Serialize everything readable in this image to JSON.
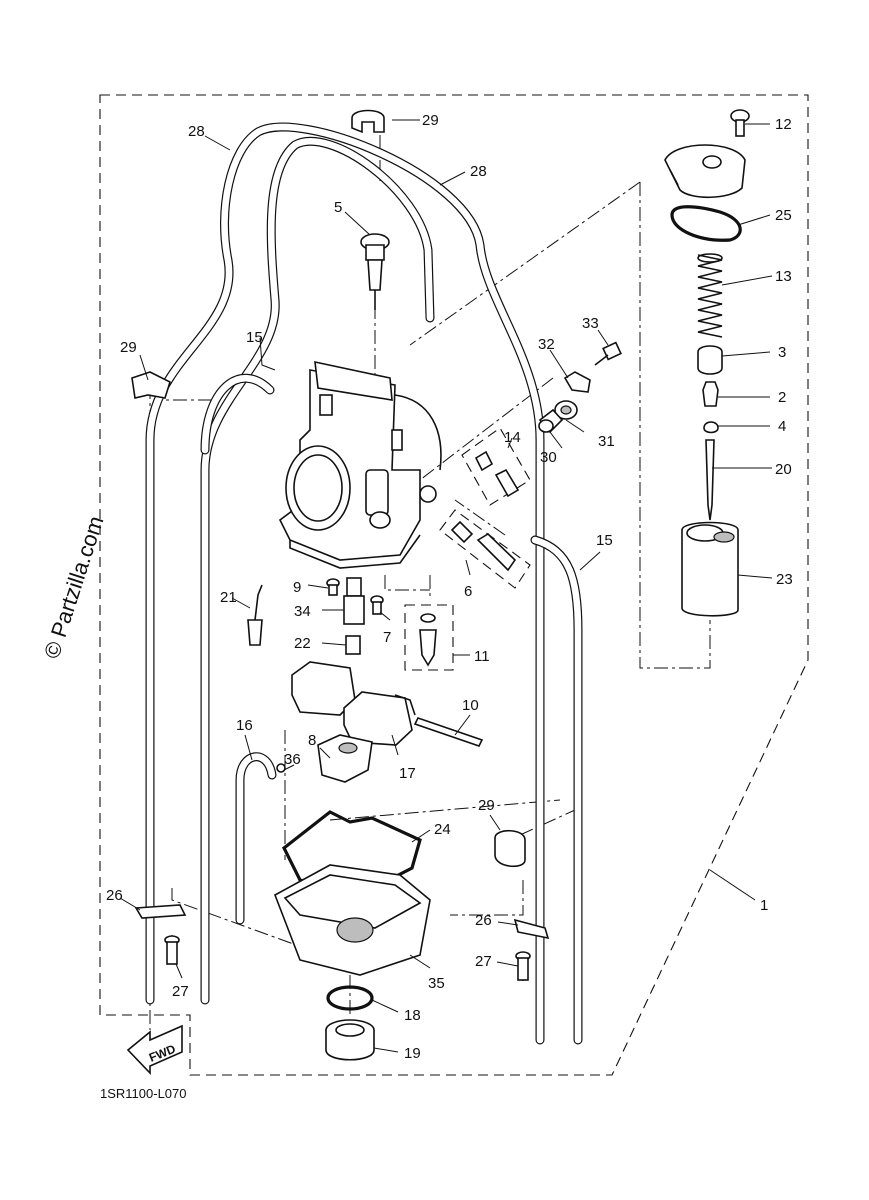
{
  "diagram": {
    "code": "1SR1100-L070",
    "watermark": "© Partzilla.com",
    "fwd_label": "FWD",
    "callouts": [
      {
        "id": "c1",
        "text": "1"
      },
      {
        "id": "c2",
        "text": "2"
      },
      {
        "id": "c3",
        "text": "3"
      },
      {
        "id": "c4",
        "text": "4"
      },
      {
        "id": "c5",
        "text": "5"
      },
      {
        "id": "c6",
        "text": "6"
      },
      {
        "id": "c7",
        "text": "7"
      },
      {
        "id": "c8",
        "text": "8"
      },
      {
        "id": "c9",
        "text": "9"
      },
      {
        "id": "c10",
        "text": "10"
      },
      {
        "id": "c11",
        "text": "11"
      },
      {
        "id": "c12",
        "text": "12"
      },
      {
        "id": "c13",
        "text": "13"
      },
      {
        "id": "c14",
        "text": "14"
      },
      {
        "id": "c15a",
        "text": "15"
      },
      {
        "id": "c15b",
        "text": "15"
      },
      {
        "id": "c16",
        "text": "16"
      },
      {
        "id": "c17",
        "text": "17"
      },
      {
        "id": "c18",
        "text": "18"
      },
      {
        "id": "c19",
        "text": "19"
      },
      {
        "id": "c20",
        "text": "20"
      },
      {
        "id": "c21",
        "text": "21"
      },
      {
        "id": "c22",
        "text": "22"
      },
      {
        "id": "c23",
        "text": "23"
      },
      {
        "id": "c24",
        "text": "24"
      },
      {
        "id": "c25",
        "text": "25"
      },
      {
        "id": "c26a",
        "text": "26"
      },
      {
        "id": "c26b",
        "text": "26"
      },
      {
        "id": "c27a",
        "text": "27"
      },
      {
        "id": "c27b",
        "text": "27"
      },
      {
        "id": "c28a",
        "text": "28"
      },
      {
        "id": "c28b",
        "text": "28"
      },
      {
        "id": "c29a",
        "text": "29"
      },
      {
        "id": "c29b",
        "text": "29"
      },
      {
        "id": "c29c",
        "text": "29"
      },
      {
        "id": "c30",
        "text": "30"
      },
      {
        "id": "c31",
        "text": "31"
      },
      {
        "id": "c32",
        "text": "32"
      },
      {
        "id": "c33",
        "text": "33"
      },
      {
        "id": "c34",
        "text": "34"
      },
      {
        "id": "c35",
        "text": "35"
      },
      {
        "id": "c36",
        "text": "36"
      }
    ]
  }
}
